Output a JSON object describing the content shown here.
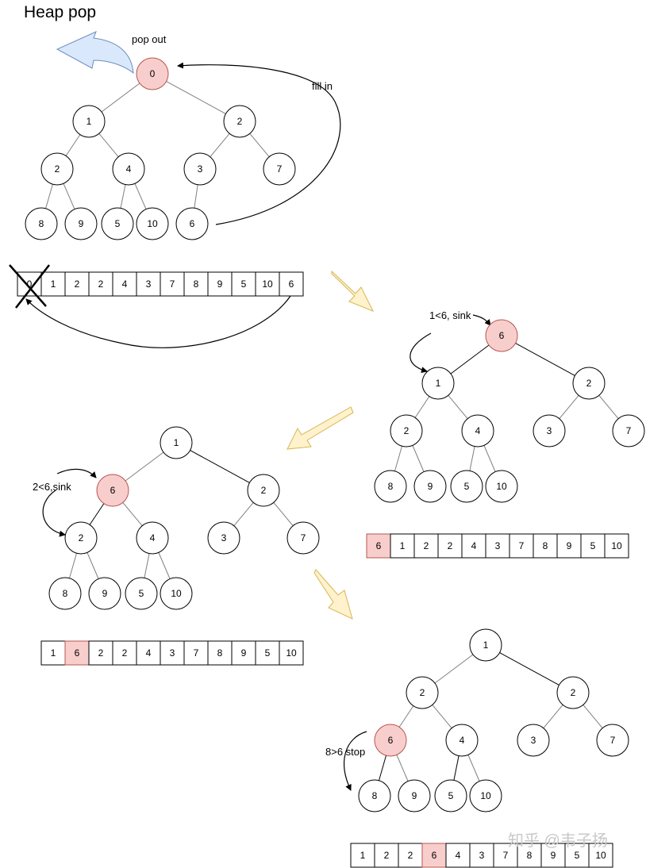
{
  "title": "Heap pop",
  "watermark": "知乎 @韦子扬",
  "colors": {
    "highlight_fill": "#f8cecc",
    "highlight_stroke": "#b85450",
    "big_arrow_fill": "#fff2cc",
    "big_arrow_stroke": "#d6b656",
    "popout_arrow_fill": "#dae8fc",
    "popout_arrow_stroke": "#6c8ebf"
  },
  "annotations": {
    "pop_out": "pop out",
    "fill_in": "fill in",
    "sink_1": "1<6, sink",
    "sink_2": "2<6,sink",
    "stop": "8>6 stop"
  },
  "trees": [
    {
      "id": "t1",
      "nodes": [
        "0",
        "1",
        "2",
        "2",
        "4",
        "3",
        "7",
        "8",
        "9",
        "5",
        "10",
        "6"
      ],
      "highlight": [
        0
      ]
    },
    {
      "id": "t2",
      "nodes": [
        "6",
        "1",
        "2",
        "2",
        "4",
        "3",
        "7",
        "8",
        "9",
        "5",
        "10"
      ],
      "highlight": [
        0
      ]
    },
    {
      "id": "t3",
      "nodes": [
        "1",
        "6",
        "2",
        "2",
        "4",
        "3",
        "7",
        "8",
        "9",
        "5",
        "10"
      ],
      "highlight": [
        1
      ]
    },
    {
      "id": "t4",
      "nodes": [
        "1",
        "2",
        "2",
        "6",
        "4",
        "3",
        "7",
        "8",
        "9",
        "5",
        "10"
      ],
      "highlight": [
        3
      ]
    }
  ],
  "arrays": [
    {
      "id": "a1",
      "cells": [
        "0",
        "1",
        "2",
        "2",
        "4",
        "3",
        "7",
        "8",
        "9",
        "5",
        "10",
        "6"
      ],
      "highlight": [],
      "crossed": [
        0
      ]
    },
    {
      "id": "a2",
      "cells": [
        "6",
        "1",
        "2",
        "2",
        "4",
        "3",
        "7",
        "8",
        "9",
        "5",
        "10"
      ],
      "highlight": [
        0
      ],
      "crossed": []
    },
    {
      "id": "a3",
      "cells": [
        "1",
        "6",
        "2",
        "2",
        "4",
        "3",
        "7",
        "8",
        "9",
        "5",
        "10"
      ],
      "highlight": [
        1
      ],
      "crossed": []
    },
    {
      "id": "a4",
      "cells": [
        "1",
        "2",
        "2",
        "6",
        "4",
        "3",
        "7",
        "8",
        "9",
        "5",
        "10"
      ],
      "highlight": [
        3
      ],
      "crossed": []
    }
  ]
}
